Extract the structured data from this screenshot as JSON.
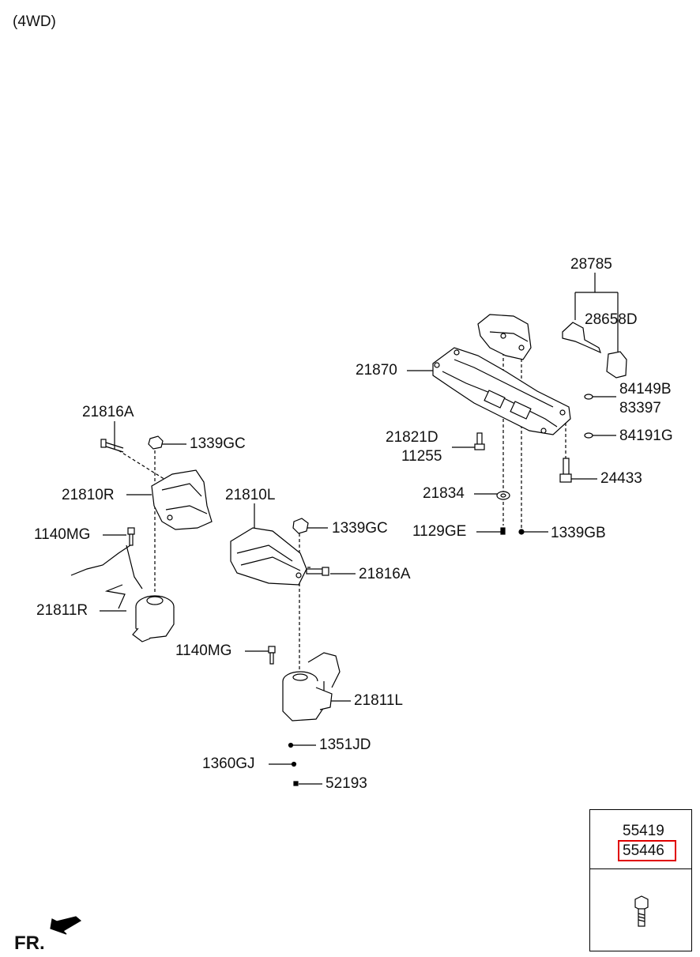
{
  "header": {
    "variant": "(4WD)"
  },
  "labels": {
    "p28785": "28785",
    "p28658D": "28658D",
    "p21870": "21870",
    "p84149B": "84149B",
    "p83397": "83397",
    "p84191G": "84191G",
    "p21821D": "21821D",
    "p11255": "11255",
    "p24433": "24433",
    "p21834": "21834",
    "p1129GE": "1129GE",
    "p1339GB": "1339GB",
    "p21816A_top": "21816A",
    "p1339GC_left": "1339GC",
    "p21810R": "21810R",
    "p21810L": "21810L",
    "p1339GC_mid": "1339GC",
    "p1140MG_left": "1140MG",
    "p21816A_mid": "21816A",
    "p21811R": "21811R",
    "p1140MG_mid": "1140MG",
    "p21811L": "21811L",
    "p1351JD": "1351JD",
    "p1360GJ": "1360GJ",
    "p52193": "52193"
  },
  "legend": {
    "part_a": "55419",
    "part_b": "55446",
    "highlight_color": "#e00000"
  },
  "footer": {
    "direction": "FR."
  },
  "icons": {
    "front_arrow": "fr-arrow-icon",
    "bolt": "bolt-icon"
  }
}
